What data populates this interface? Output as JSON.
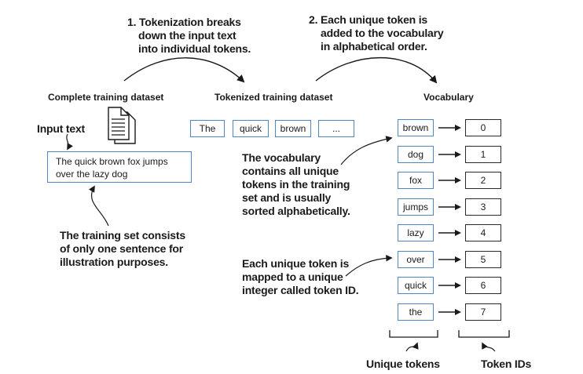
{
  "steps": {
    "step1": [
      "1. Tokenization breaks",
      "down the input text",
      "into individual tokens."
    ],
    "step2": [
      "2. Each unique token is",
      "added to the vocabulary",
      "in alphabetical order."
    ]
  },
  "headings": {
    "dataset": "Complete training dataset",
    "tokenized": "Tokenized training dataset",
    "vocabulary": "Vocabulary"
  },
  "input_label": "Input text",
  "input_text": [
    "The quick brown fox jumps",
    "over the lazy dog"
  ],
  "tokenized_tokens": [
    "The",
    "quick",
    "brown",
    "..."
  ],
  "notes": {
    "training_set": [
      "The training set consists",
      "of only one sentence for",
      "illustration purposes."
    ],
    "vocab_sorted": [
      "The vocabulary",
      "contains all unique",
      "tokens in the training",
      "set and is usually",
      "sorted alphabetically."
    ],
    "token_id": [
      "Each unique token is",
      "mapped to a unique",
      "integer called token ID."
    ]
  },
  "vocabulary": [
    {
      "token": "brown",
      "id": "0"
    },
    {
      "token": "dog",
      "id": "1"
    },
    {
      "token": "fox",
      "id": "2"
    },
    {
      "token": "jumps",
      "id": "3"
    },
    {
      "token": "lazy",
      "id": "4"
    },
    {
      "token": "over",
      "id": "5"
    },
    {
      "token": "quick",
      "id": "6"
    },
    {
      "token": "the",
      "id": "7"
    }
  ],
  "footer": {
    "unique_tokens": "Unique tokens",
    "token_ids": "Token IDs"
  },
  "colors": {
    "box_border": "#4f86c6",
    "id_border": "#2a2a2a",
    "text": "#1a1a1a"
  }
}
